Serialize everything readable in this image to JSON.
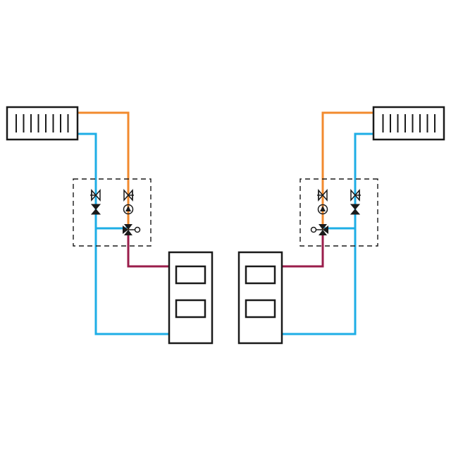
{
  "diagram": {
    "type": "hydronic-heating-schematic",
    "colors": {
      "supply": "#f28a2e",
      "return": "#1eaee6",
      "boiler_flow": "#9a1d4b",
      "outline": "#1a1a1a",
      "background": "#ffffff"
    },
    "systems": [
      {
        "side": "left",
        "components": [
          "radiator-icon",
          "isolation-valve-icon",
          "check-valve-icon",
          "circulation-pump-icon",
          "three-way-mixing-valve-icon",
          "valve-actuator-icon",
          "boiler-icon"
        ],
        "radiator_fins": 8,
        "boiler_windows": 2
      },
      {
        "side": "right",
        "components": [
          "radiator-icon",
          "isolation-valve-icon",
          "check-valve-icon",
          "circulation-pump-icon",
          "three-way-mixing-valve-icon",
          "valve-actuator-icon",
          "boiler-icon"
        ],
        "radiator_fins": 8,
        "boiler_windows": 2
      }
    ]
  }
}
